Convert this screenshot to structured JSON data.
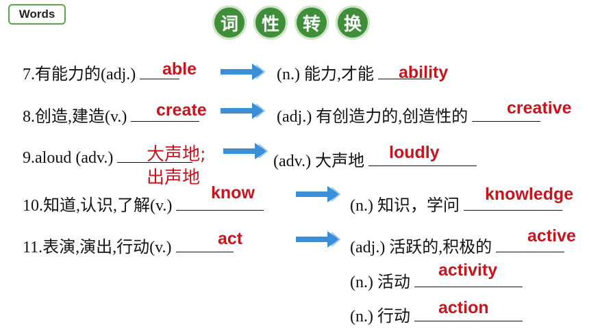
{
  "badge": "Words",
  "title_chars": [
    "词",
    "性",
    "转",
    "换"
  ],
  "rows": {
    "r7": {
      "left": "7.有能力的(adj.)",
      "ans1": "able",
      "right": "(n.) 能力,才能",
      "ans2": "ability"
    },
    "r8": {
      "left": "8.创造,建造(v.)",
      "ans1": "create",
      "right": "(adj.) 有创造力的,创造性的",
      "ans2": "creative"
    },
    "r9": {
      "left": "9.aloud (adv.)",
      "ans1_line1": "大声地;",
      "ans1_line2": "出声地",
      "right": "(adv.) 大声地",
      "ans2": "loudly"
    },
    "r10": {
      "left": "10.知道,认识,了解(v.)",
      "ans1": "know",
      "right": "(n.) 知识，学问",
      "ans2": "knowledge"
    },
    "r11": {
      "left": "11.表演,演出,行动(v.)",
      "ans1": "act",
      "right": "(adj.) 活跃的,积极的",
      "ans2": "active"
    },
    "r12": {
      "right": "(n.) 活动",
      "ans2": "activity"
    },
    "r13": {
      "right": "(n.) 行动",
      "ans2": "action"
    }
  },
  "colors": {
    "answer": "#c8141c",
    "arrow": "#3a8fd6",
    "green": "#3f8f3a"
  },
  "icons": [
    "right-arrow-icon"
  ]
}
